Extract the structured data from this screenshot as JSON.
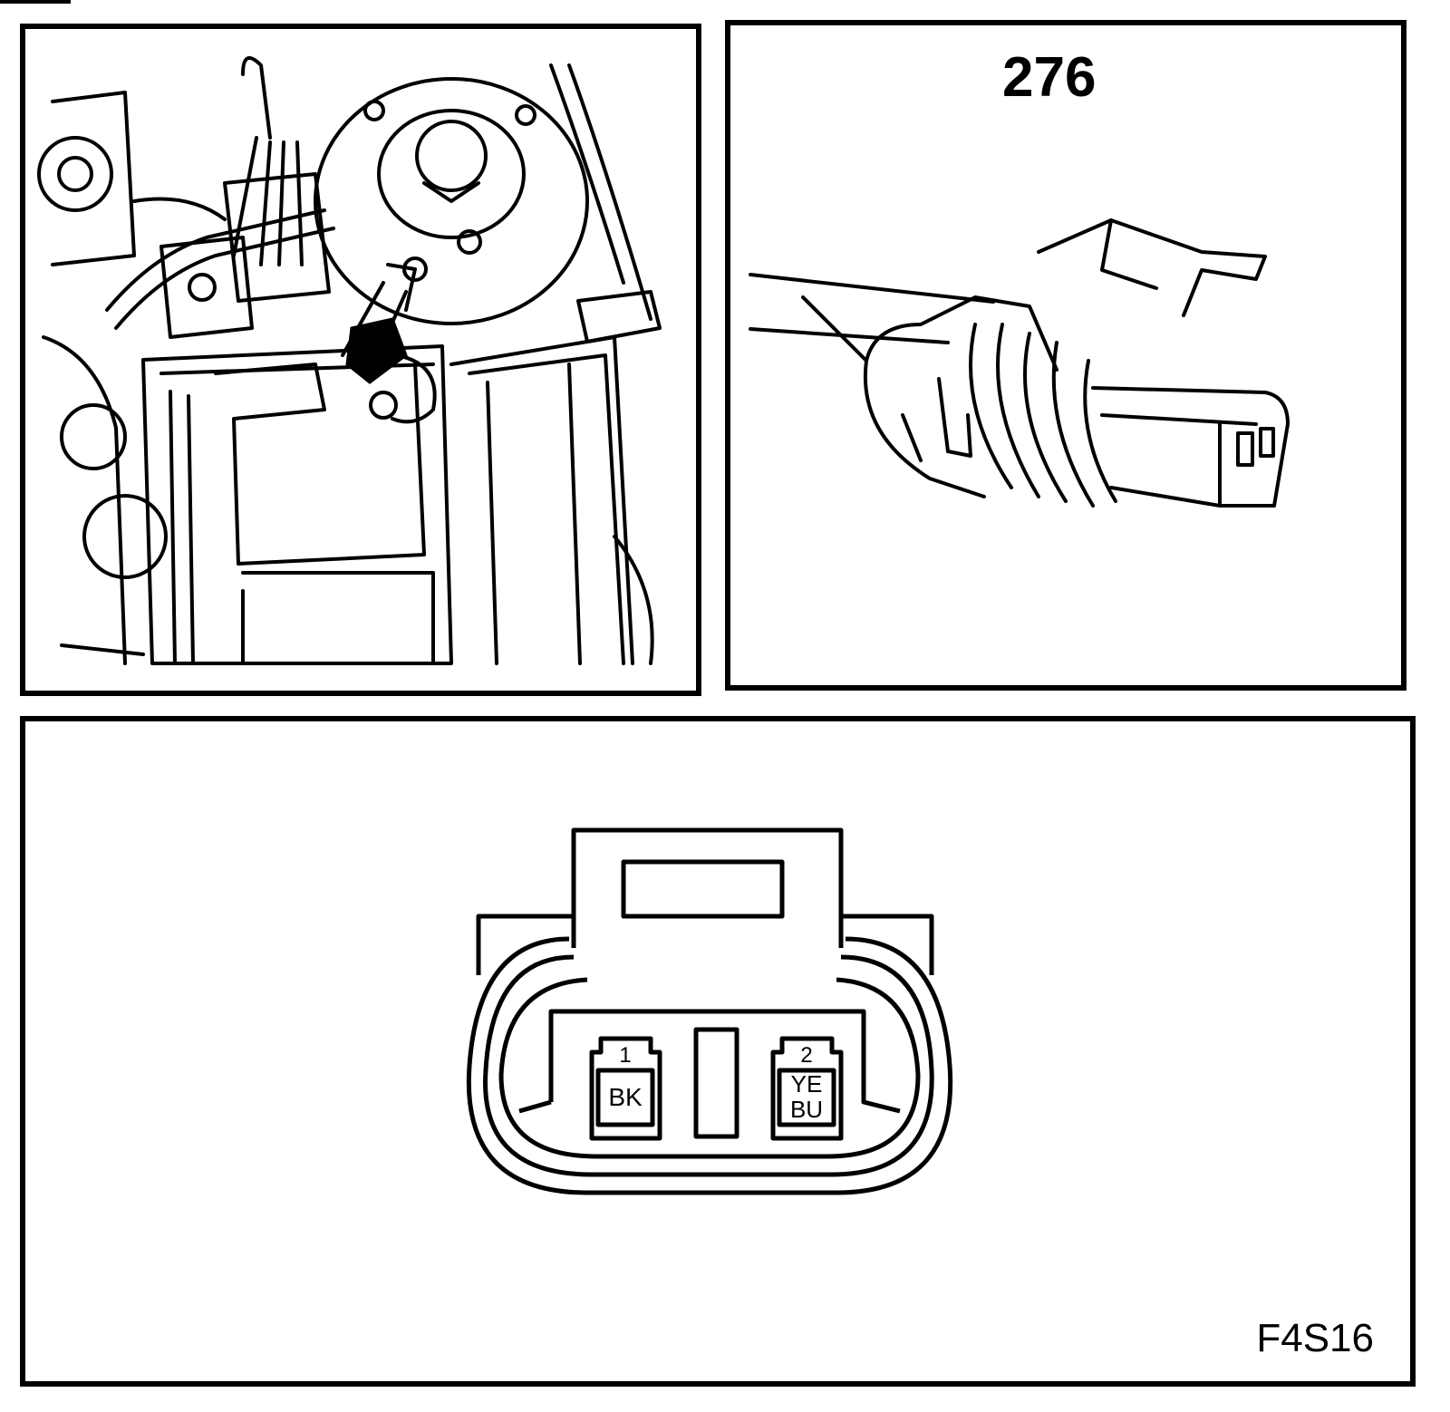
{
  "figure": {
    "reference_number": "276",
    "code": "F4S16"
  },
  "connector_face": {
    "pins": [
      {
        "number": "1",
        "colors": [
          "BK"
        ]
      },
      {
        "number": "2",
        "colors": [
          "YE",
          "BU"
        ]
      }
    ]
  },
  "colors": {
    "line": "#000000",
    "background": "#ffffff"
  }
}
